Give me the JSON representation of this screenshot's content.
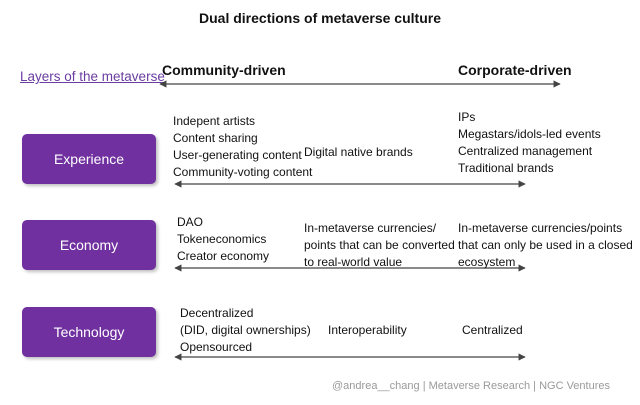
{
  "title": "Dual directions of metaverse culture",
  "layers_link": "Layers of the metaverse",
  "directions": {
    "left": "Community-driven",
    "right": "Corporate-driven"
  },
  "layers": [
    {
      "label": "Experience",
      "community": [
        "Indepent artists",
        "Content sharing",
        "User-generating content",
        "Community-voting content"
      ],
      "middle": [
        "Digital native brands"
      ],
      "corporate": [
        "IPs",
        "Megastars/idols-led events",
        "Centralized management",
        "Traditional brands"
      ]
    },
    {
      "label": "Economy",
      "community": [
        "DAO",
        "Tokeneconomics",
        "Creator economy"
      ],
      "middle": [
        "In-metaverse currencies/",
        "points that can be converted",
        "to real-world value"
      ],
      "corporate": [
        "In-metaverse currencies/points",
        "that can only be used in a closed",
        "ecosystem"
      ]
    },
    {
      "label": "Technology",
      "community": [
        "Decentralized",
        "(DID, digital ownerships)",
        "Opensourced"
      ],
      "middle": [
        "Interoperability"
      ],
      "corporate": [
        "Centralized"
      ]
    }
  ],
  "credit": "@andrea__chang | Metaverse Research | NGC Ventures",
  "colors": {
    "layer_box": "#7030a0",
    "link": "#6a3da1",
    "arrow": "#444444",
    "credit": "#9a9a9a"
  }
}
